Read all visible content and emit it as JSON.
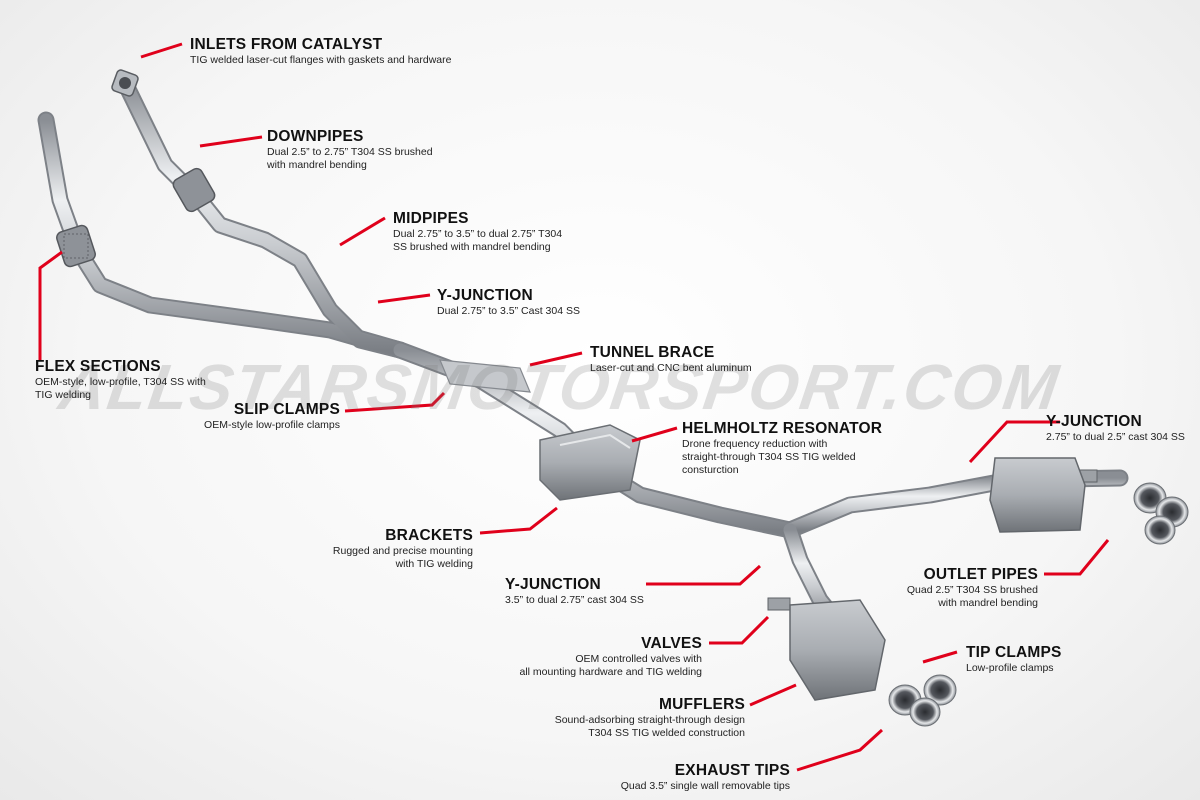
{
  "colors": {
    "leader": "#e0001b",
    "pipe_light": "#e4e6e8",
    "pipe_dark": "#8c9096",
    "text": "#111111"
  },
  "watermark": "ALLSTARSMOTORSPORT.COM",
  "callouts": {
    "inlets": {
      "title": "INLETS FROM CATALYST",
      "desc": "TIG welded laser-cut flanges with gaskets and hardware"
    },
    "downpipes": {
      "title": "DOWNPIPES",
      "desc": "Dual 2.5” to 2.75” T304 SS brushed\nwith mandrel bending"
    },
    "midpipes": {
      "title": "MIDPIPES",
      "desc": "Dual 2.75” to 3.5” to dual 2.75” T304\nSS brushed with mandrel bending"
    },
    "yjunction_top": {
      "title": "Y-JUNCTION",
      "desc": "Dual 2.75” to 3.5” Cast 304 SS"
    },
    "flex": {
      "title": "FLEX SECTIONS",
      "desc": "OEM-style, low-profile, T304 SS with\nTIG welding"
    },
    "tunnel": {
      "title": "TUNNEL BRACE",
      "desc": "Laser-cut and CNC bent aluminum"
    },
    "slip": {
      "title": "SLIP CLAMPS",
      "desc": "OEM-style low-profile clamps"
    },
    "helmholtz": {
      "title": "HELMHOLTZ RESONATOR",
      "desc": "Drone frequency reduction with\nstraight-through T304 SS TIG welded\nconsturction"
    },
    "yjunction_right": {
      "title": "Y-JUNCTION",
      "desc": "2.75” to dual 2.5” cast 304 SS"
    },
    "brackets": {
      "title": "BRACKETS",
      "desc": "Rugged and precise mounting\nwith TIG welding"
    },
    "yjunction_mid": {
      "title": "Y-JUNCTION",
      "desc": "3.5” to dual 2.75” cast 304 SS"
    },
    "outlet": {
      "title": "OUTLET PIPES",
      "desc": "Quad 2.5” T304 SS brushed\nwith mandrel bending"
    },
    "valves": {
      "title": "VALVES",
      "desc": "OEM controlled valves with\nall mounting hardware and TIG welding"
    },
    "tipclamps": {
      "title": "TIP CLAMPS",
      "desc": "Low-profile clamps"
    },
    "mufflers": {
      "title": "MUFFLERS",
      "desc": "Sound-adsorbing straight-through design\nT304 SS TIG welded construction"
    },
    "tips": {
      "title": "EXHAUST TIPS",
      "desc": "Quad 3.5” single wall removable tips"
    }
  }
}
